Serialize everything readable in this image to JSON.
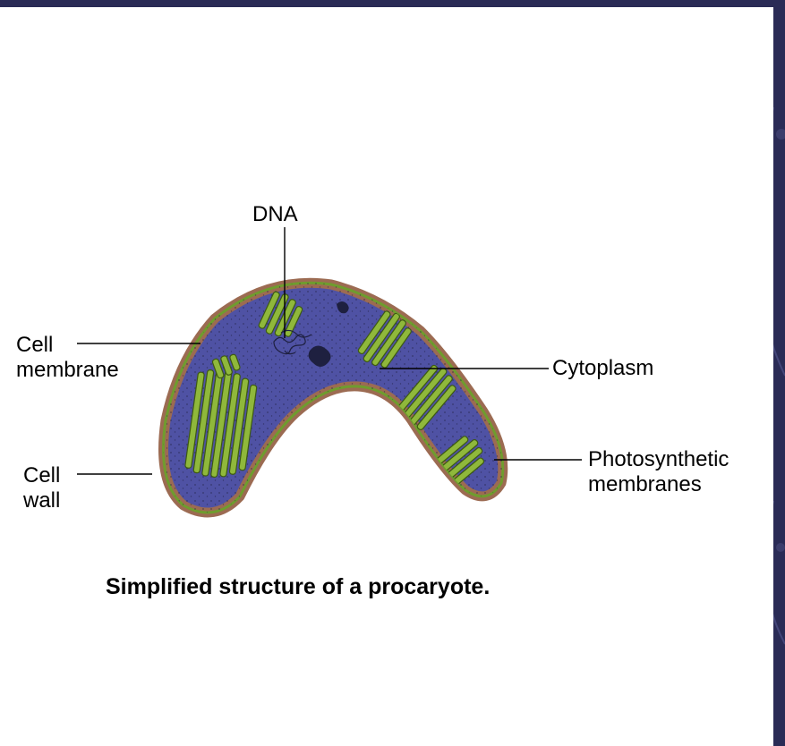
{
  "colors": {
    "frame": "#2a2b56",
    "cytoplasm": "#4f52a4",
    "cell_wall": "#9c6b52",
    "cell_membrane": "#6f9c2e",
    "photosynthetic_membranes": "#8fb83b"
  },
  "labels": {
    "dna": "DNA",
    "cell_membrane": "Cell\nmembrane",
    "cell_wall": "Cell\nwall",
    "cytoplasm": "Cytoplasm",
    "photosynthetic_membranes": "Photosynthetic\nmembranes"
  },
  "caption": "Simplified structure of a procaryote."
}
